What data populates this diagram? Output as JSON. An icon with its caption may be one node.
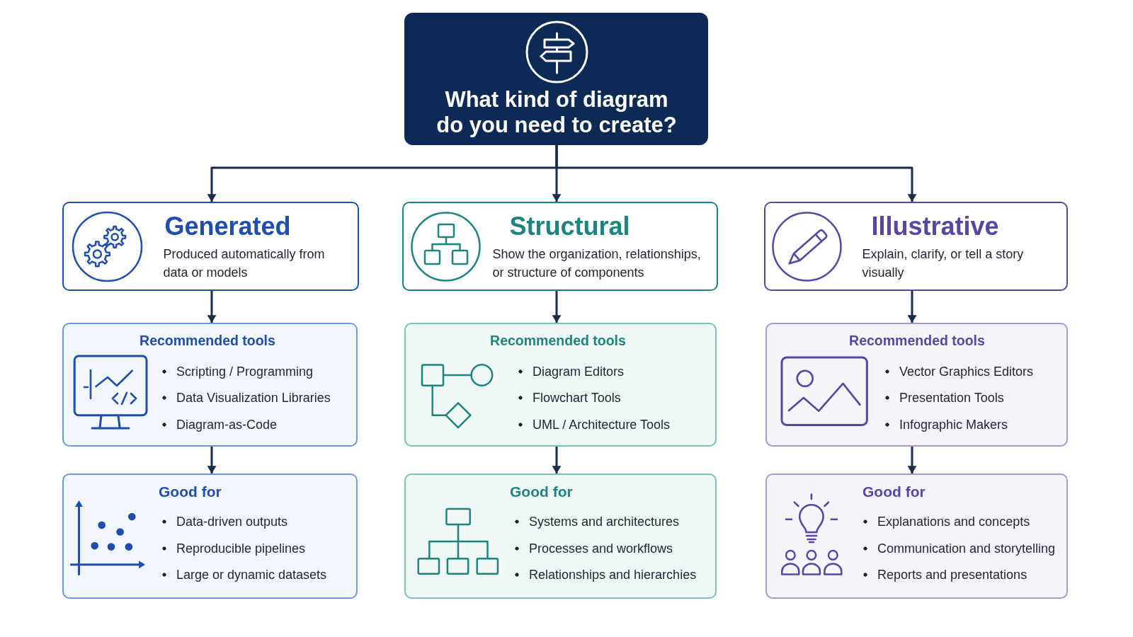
{
  "diagram": {
    "nodes": [
      {
        "text": [
          "What kind of diagram do you need to create?"
        ]
      },
      {
        "text": [
          "Generated",
          "Produced automatically from data or models"
        ]
      },
      {
        "text": [
          "Structural",
          "Show the organization, relationships, or structure of components"
        ]
      },
      {
        "text": [
          "Illustrative",
          "Explain, clarify, or tell a story visually"
        ]
      },
      {
        "text": [
          "Recommended tools",
          "Scripting / Programming",
          "Data Visualization Libraries",
          "Diagram-as-Code"
        ]
      },
      {
        "text": [
          "Recommended tools",
          "Diagram Editors",
          "Flowchart Tools",
          "UML / Architecture Tools"
        ]
      },
      {
        "text": [
          "Recommended tools",
          "Vector Graphics Editors",
          "Presentation Tools",
          "Infographic Makers"
        ]
      },
      {
        "text": [
          "Good for",
          "Data-driven outputs",
          "Reproducible pipelines",
          "Large or dynamic datasets"
        ]
      },
      {
        "text": [
          "Good for",
          "Systems and architectures",
          "Processes and workflows",
          "Relationships and hierarchies"
        ]
      },
      {
        "text": [
          "Good for",
          "Explanations and concepts",
          "Communication and storytelling",
          "Reports and presentations"
        ]
      }
    ],
    "edges": [
      {
        "from": 0,
        "to": 1,
        "arrow": "to"
      },
      {
        "from": 0,
        "to": 2,
        "arrow": "to"
      },
      {
        "from": 0,
        "to": 3,
        "arrow": "to"
      },
      {
        "from": 1,
        "to": 4,
        "arrow": "to"
      },
      {
        "from": 2,
        "to": 5,
        "arrow": "to"
      },
      {
        "from": 3,
        "to": 6,
        "arrow": "to"
      },
      {
        "from": 4,
        "to": 7,
        "arrow": "to"
      },
      {
        "from": 5,
        "to": 8,
        "arrow": "to"
      },
      {
        "from": 6,
        "to": 9,
        "arrow": "to"
      }
    ]
  }
}
